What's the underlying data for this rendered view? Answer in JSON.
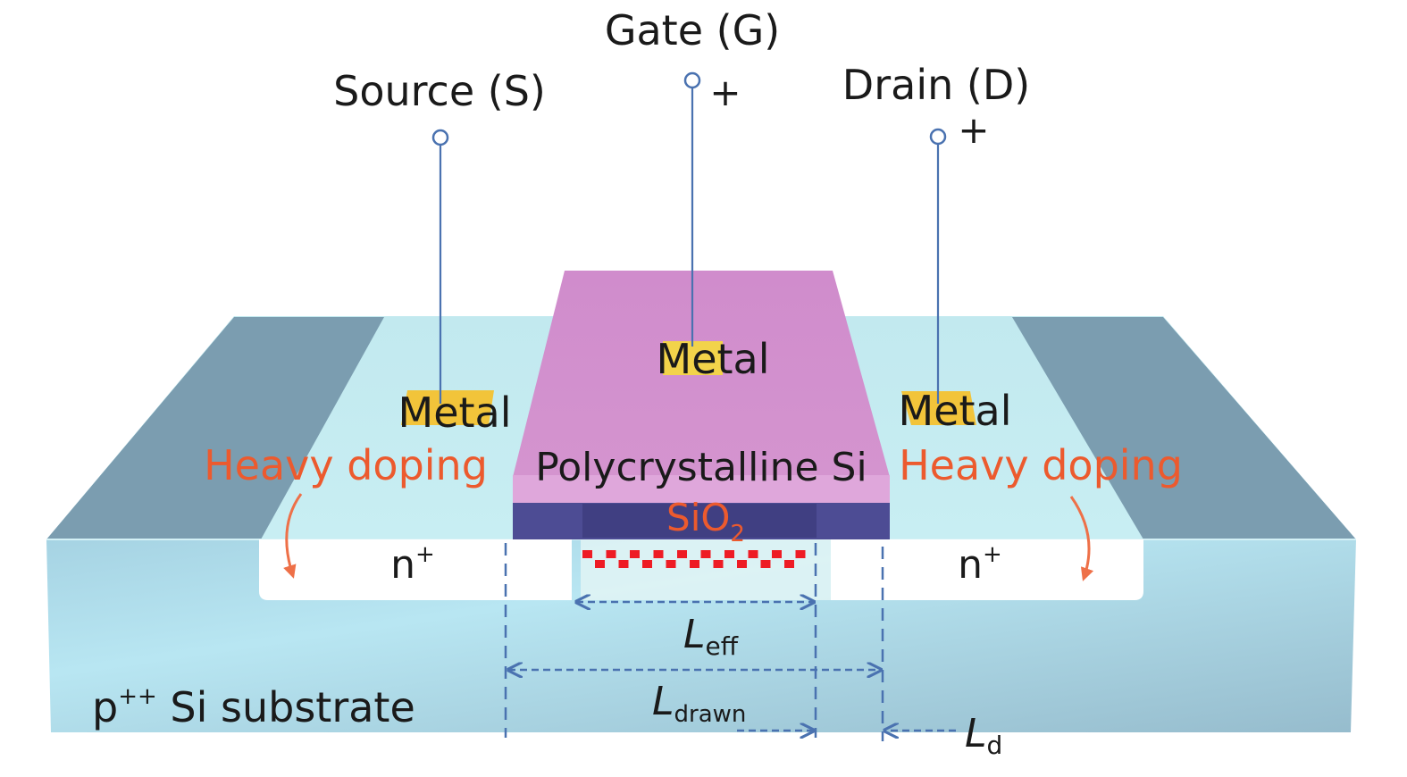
{
  "title": "MOSFET cross-section schematic",
  "terminals": {
    "source": {
      "label": "Source (S)",
      "polarity": ""
    },
    "gate": {
      "label": "Gate (G)",
      "polarity": "+"
    },
    "drain": {
      "label": "Drain (D)",
      "polarity": "+"
    }
  },
  "layers": {
    "metal_label": "Metal",
    "poly_label": "Polycrystalline Si",
    "oxide_label": "SiO",
    "oxide_subscript": "2",
    "source_region": {
      "label": "n",
      "superscript": "+"
    },
    "drain_region": {
      "label": "n",
      "superscript": "+"
    },
    "substrate": {
      "prefix": "p",
      "superscript": "++",
      "label": " Si substrate"
    }
  },
  "annotations": {
    "heavy_doping_left": "Heavy doping",
    "heavy_doping_right": "Heavy doping",
    "l_eff": {
      "symbol": "L",
      "subscript": "eff"
    },
    "l_drawn": {
      "symbol": "L",
      "subscript": "drawn"
    },
    "l_d": {
      "symbol": "L",
      "subscript": "d"
    }
  },
  "colors": {
    "wire": "#4a72b0",
    "metal_pad": "#f2c43a",
    "gate_poly": "#d28ccd",
    "gate_poly_light": "#e0a8dc",
    "oxide": "#4d4c94",
    "oxide_dark": "#3f3f82",
    "substrate_top": "#c4ebf1",
    "substrate_front": "#a9d6e6",
    "isolation": "#7b9db0",
    "n_region": "#ffffff",
    "channel": "#e2f5f4",
    "channel_charge": "#ee1c24",
    "doping_text": "#ec5a2e",
    "dim_line": "#4a72b0",
    "text": "#1a1a1a"
  }
}
